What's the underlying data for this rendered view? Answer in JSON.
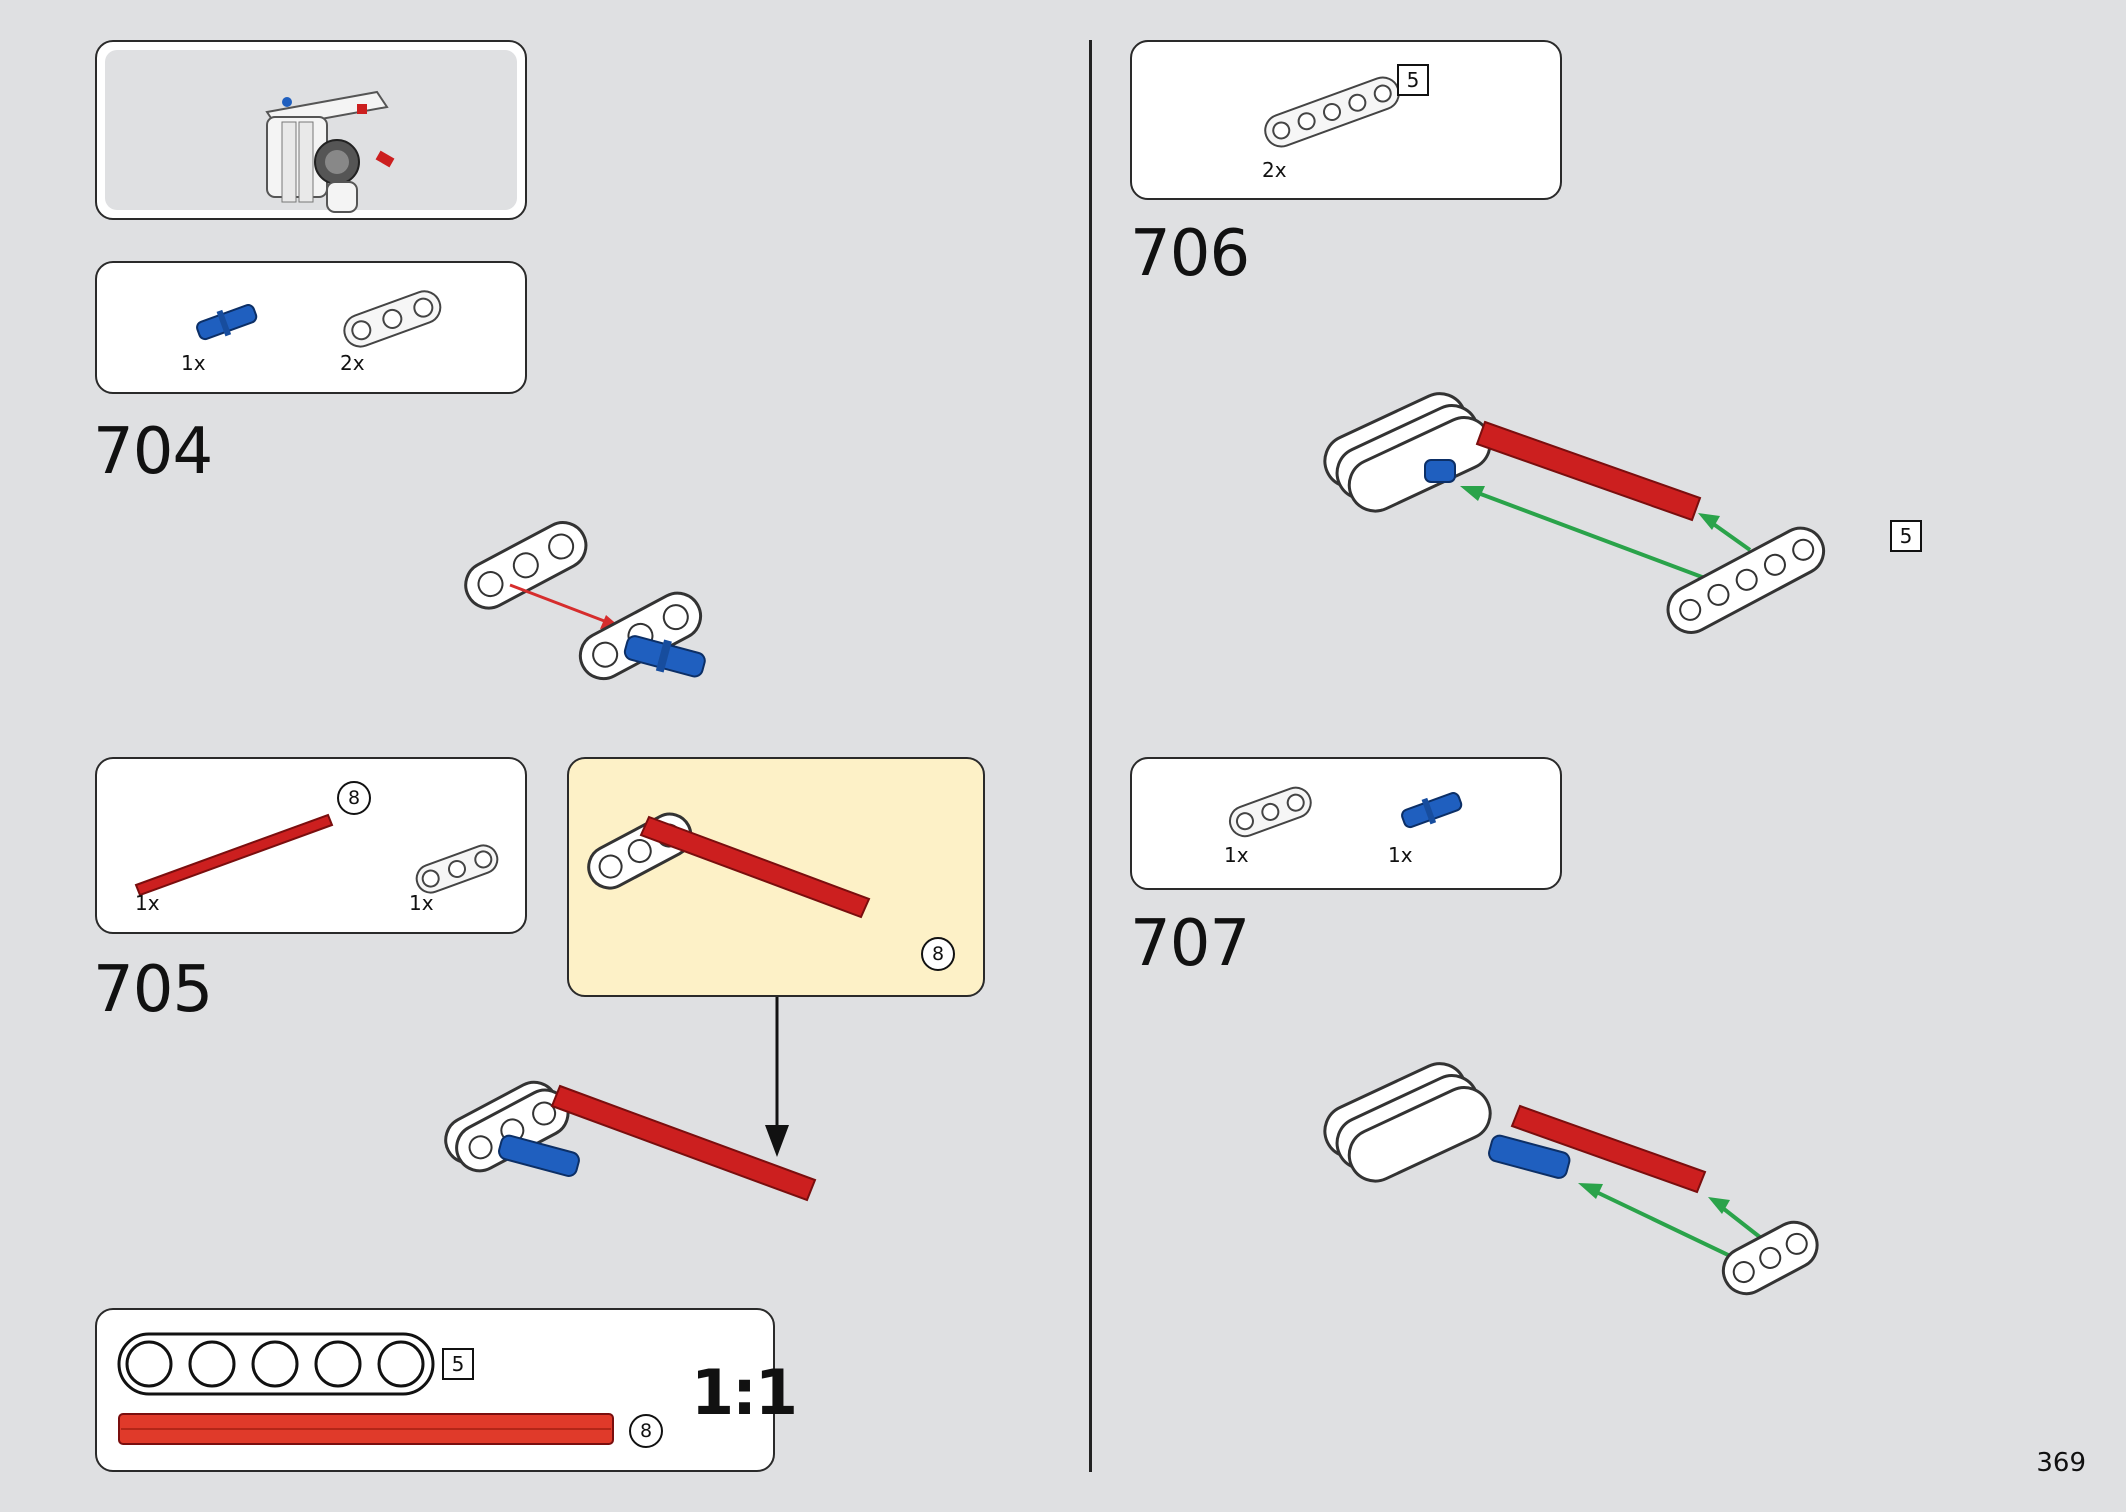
{
  "page_number": "369",
  "colors": {
    "background": "#dfe0e2",
    "red_axle": "#cc1f1f",
    "blue_pin": "#1f5fbf",
    "green_arrow": "#2aa34a",
    "callout_bg": "#fdf1c7"
  },
  "steps": [
    {
      "number": "704",
      "parts": [
        {
          "qty": "1x",
          "part": "blue-pin"
        },
        {
          "qty": "2x",
          "part": "white-beam-3"
        }
      ]
    },
    {
      "number": "705",
      "parts": [
        {
          "qty": "1x",
          "part": "red-axle-8",
          "length": "8"
        },
        {
          "qty": "1x",
          "part": "white-beam-3"
        }
      ],
      "callout_length": "8"
    },
    {
      "number": "706",
      "parts": [
        {
          "qty": "2x",
          "part": "white-beam-5",
          "length": "5"
        }
      ],
      "model_length": "5"
    },
    {
      "number": "707",
      "parts": [
        {
          "qty": "1x",
          "part": "white-beam-3"
        },
        {
          "qty": "1x",
          "part": "blue-pin"
        }
      ]
    }
  ],
  "scale_guide": {
    "label": "1:1",
    "beam_length": "5",
    "axle_length": "8"
  }
}
